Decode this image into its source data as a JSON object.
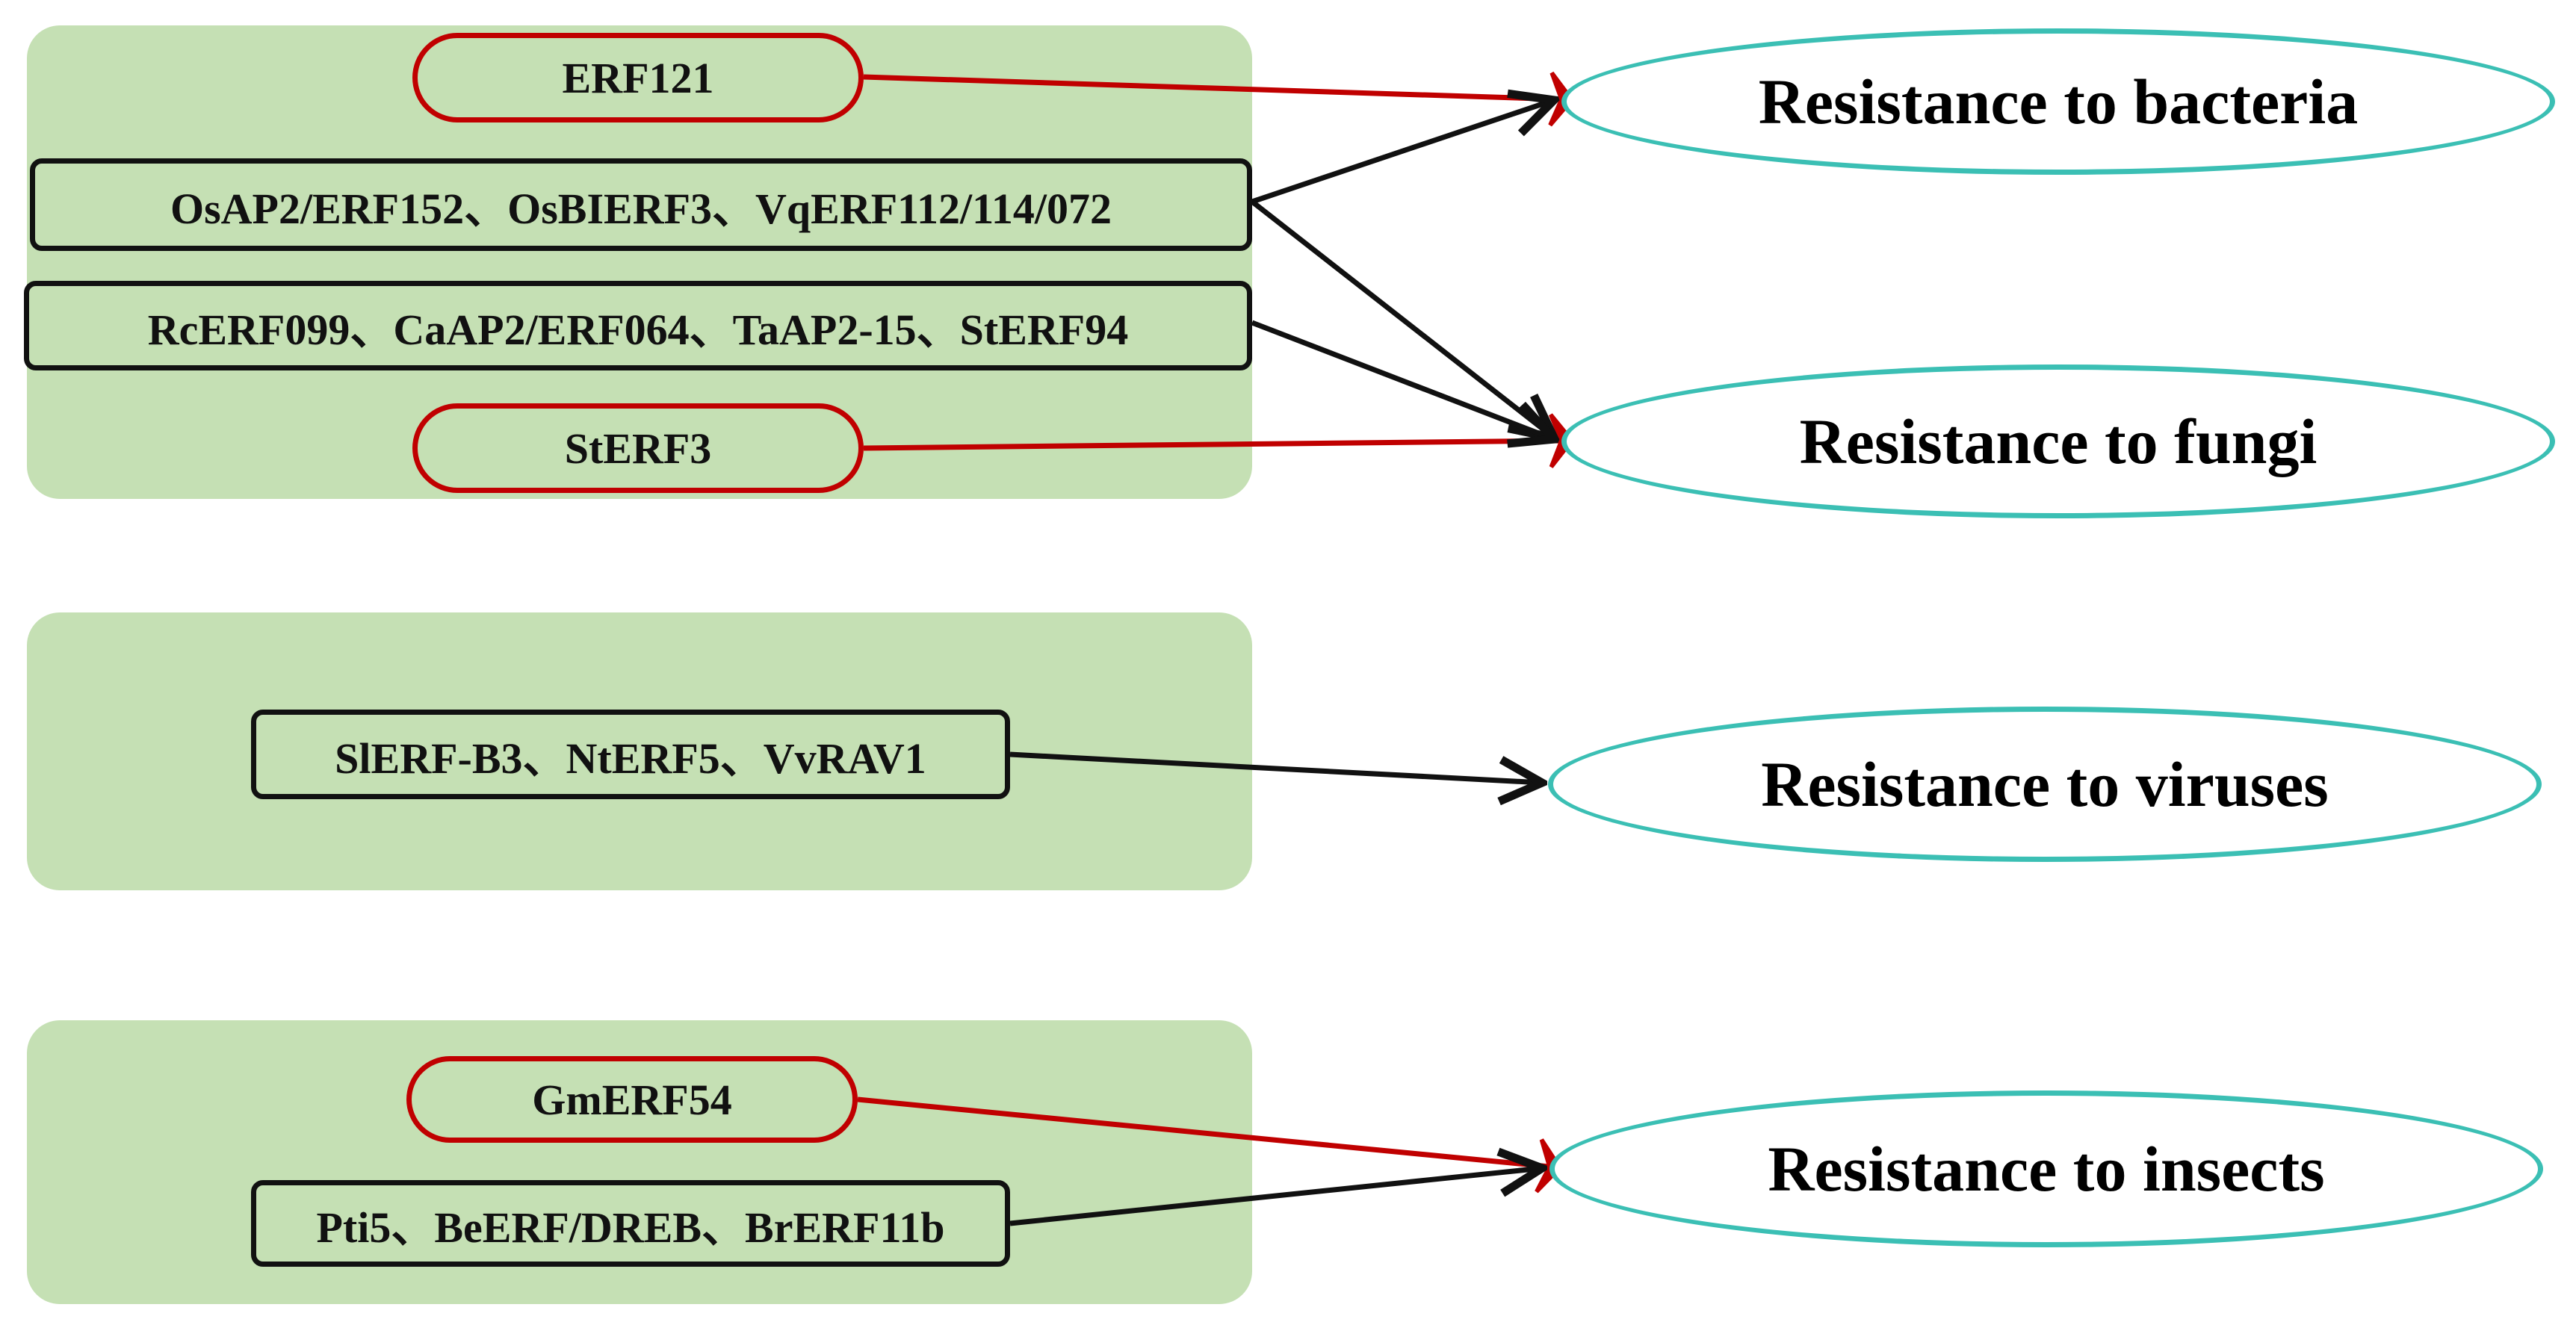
{
  "colors": {
    "panel_fill": "#c5e0b4",
    "negative_edge": "#c00000",
    "positive_edge": "#111111",
    "outcome_border": "#3bbfb4"
  },
  "genes": {
    "erf121": "ERF121",
    "group_bacteria_fungi": "OsAP2/ERF152、OsBIERF3、VqERF112/114/072",
    "group_fungi": "RcERF099、CaAP2/ERF064、TaAP2-15、StERF94",
    "sterf3": "StERF3",
    "group_viruses": "SlERF-B3、NtERF5、VvRAV1",
    "gmerf54": "GmERF54",
    "group_insects": "Pti5、BeERF/DREB、BrERF11b"
  },
  "outcomes": {
    "bacteria": "Resistance to bacteria",
    "fungi": "Resistance to fungi",
    "viruses": "Resistance to viruses",
    "insects": "Resistance to insects"
  }
}
